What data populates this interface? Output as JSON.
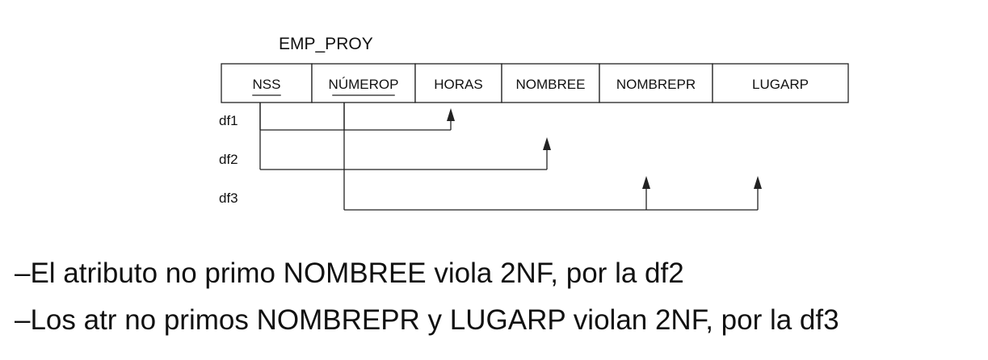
{
  "relation": {
    "name": "EMP_PROY",
    "attributes": [
      {
        "label": "NSS",
        "key": true
      },
      {
        "label": "NÚMEROP",
        "key": true
      },
      {
        "label": "HORAS",
        "key": false
      },
      {
        "label": "NOMBREE",
        "key": false
      },
      {
        "label": "NOMBREPR",
        "key": false
      },
      {
        "label": "LUGARP",
        "key": false
      }
    ]
  },
  "dependencies": [
    {
      "label": "df1",
      "from": [
        "NSS",
        "NÚMEROP"
      ],
      "to": [
        "HORAS"
      ]
    },
    {
      "label": "df2",
      "from": [
        "NSS"
      ],
      "to": [
        "NOMBREE"
      ]
    },
    {
      "label": "df3",
      "from": [
        "NÚMEROP"
      ],
      "to": [
        "NOMBREPR",
        "LUGARP"
      ]
    }
  ],
  "notes": [
    "–El atributo no primo NOMBREE viola 2NF, por la df2",
    "–Los atr no primos NOMBREPR y LUGARP violan 2NF, por la df3"
  ],
  "colors": {
    "ink": "#222222",
    "background": "#ffffff"
  }
}
